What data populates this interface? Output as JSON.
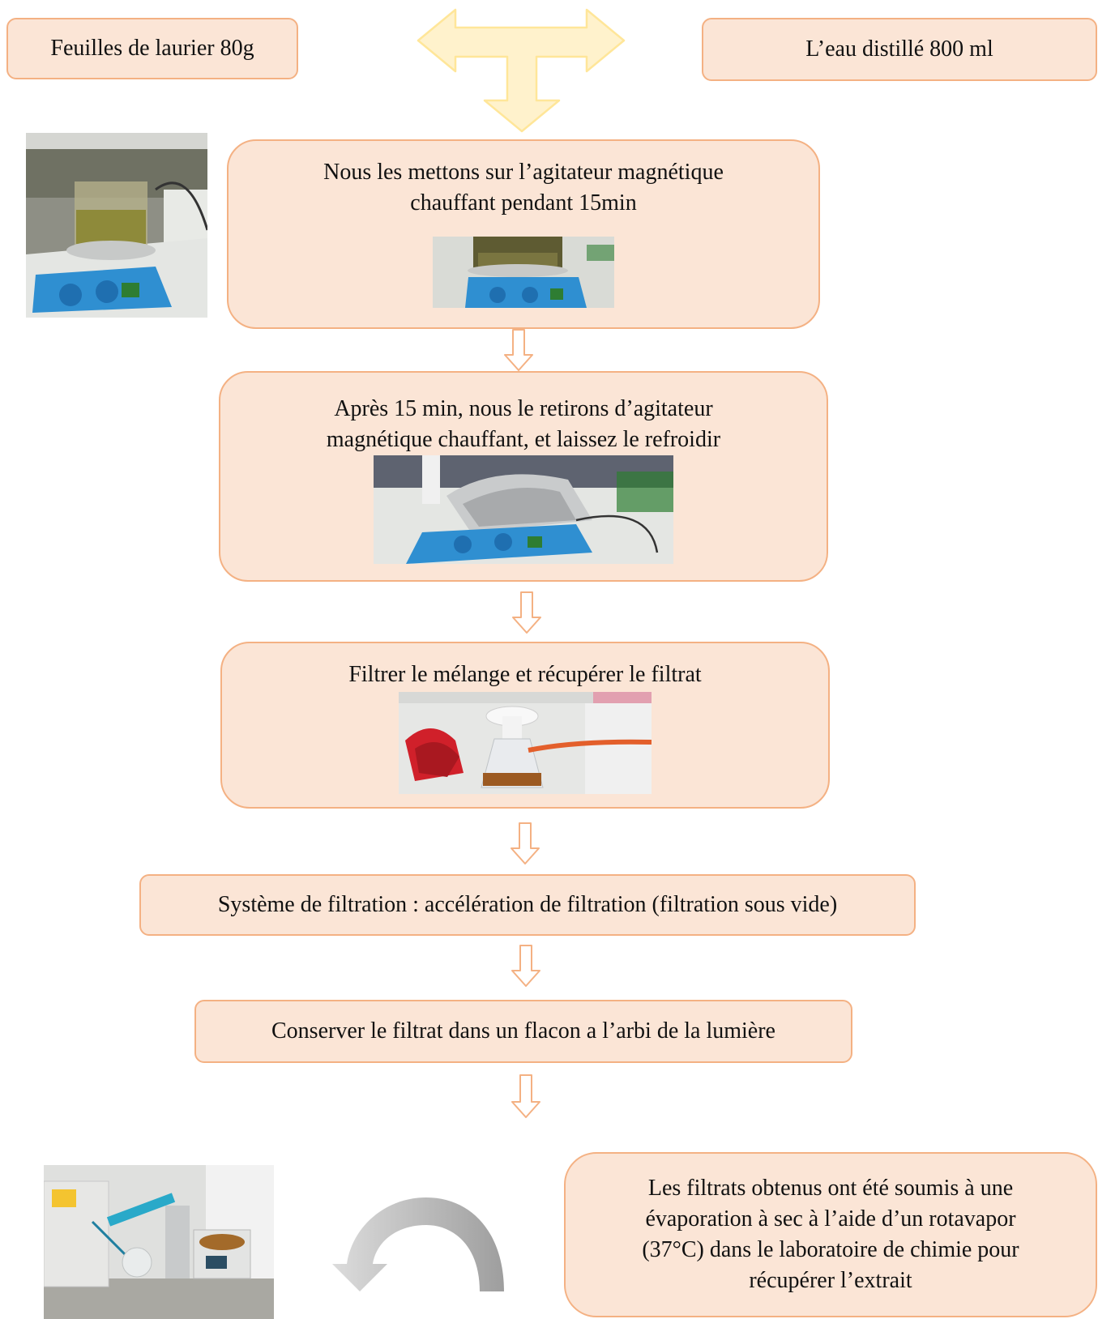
{
  "ingredients": {
    "left": "Feuilles de laurier 80g",
    "right": "L’eau distillé 800 ml"
  },
  "steps": [
    "Nous les mettons sur l’agitateur magnétique\nchauffant pendant 15min",
    "Après 15 min, nous le retirons d’agitateur\nmagnétique chauffant, et laissez le refroidir",
    "Filtrer le mélange et récupérer le filtrat",
    "Système de filtration : accélération de filtration (filtration sous vide)",
    "Conserver le filtrat dans un flacon a l’arbi de la lumière",
    "Les filtrats obtenus ont été soumis à une\névaporation à sec à l’aide d’un rotavapor\n(37°C) dans le laboratoire de chimie pour\nrécupérer l’extrait"
  ],
  "colors": {
    "box_fill": "#fbe5d6",
    "box_border": "#f4b183",
    "top_arrow_fill": "#fff2cc",
    "top_arrow_border": "#ffe699",
    "down_arrow_border": "#f4b183",
    "curved_arrow": "#bfbfbf"
  },
  "icons": [
    "t-junction-arrow",
    "down-arrow",
    "curved-arrow"
  ]
}
